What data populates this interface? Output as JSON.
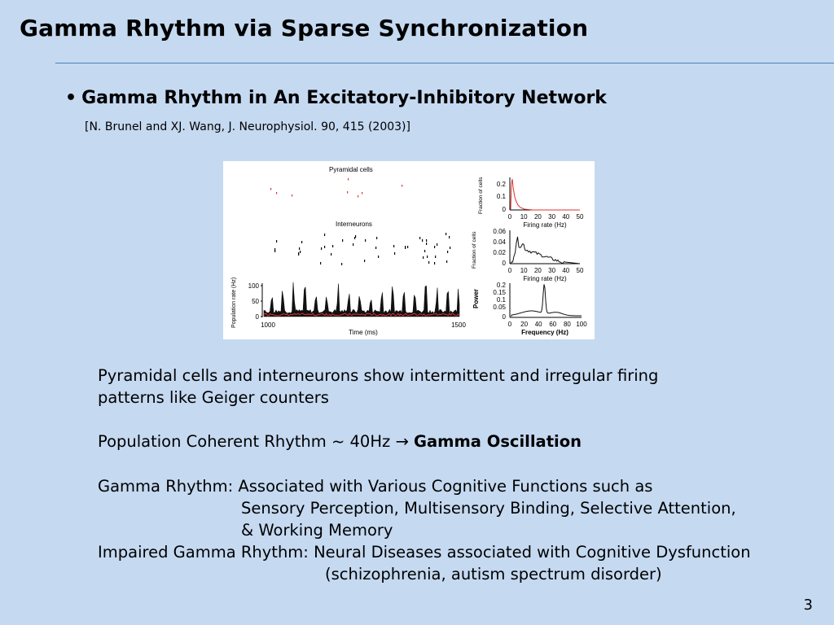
{
  "slide": {
    "title": "Gamma Rhythm via Sparse Synchronization",
    "bullet_symbol": "•",
    "bullet": "Gamma Rhythm in An Excitatory-Inhibitory Network",
    "reference": "[N. Brunel and XJ. Wang, J. Neurophysiol. 90, 415 (2003)]",
    "page_number": "3"
  },
  "figure": {
    "raster_pyramidal_label": "Pyramidal cells",
    "raster_interneuron_label": "Interneurons",
    "pop_ylabel": "Population rate (Hz)",
    "pop_yticks": [
      "100",
      "50",
      "0"
    ],
    "pop_xticks": [
      "1000",
      "1500"
    ],
    "pop_xlabel": "Time (ms)",
    "hist1_ylabel": "Fraction of cells",
    "hist1_yticks": [
      "0.2",
      "0.1",
      "0"
    ],
    "hist1_xticks": [
      "0",
      "10",
      "20",
      "30",
      "40",
      "50"
    ],
    "hist1_xlabel": "Firing rate (Hz)",
    "hist2_ylabel": "Fraction of cells",
    "hist2_yticks": [
      "0.06",
      "0.04",
      "0.02",
      "0"
    ],
    "hist2_xticks": [
      "0",
      "10",
      "20",
      "30",
      "40",
      "50"
    ],
    "hist2_xlabel": "Firing rate (Hz)",
    "power_ylabel": "Power",
    "power_yticks": [
      "0.2",
      "0.15",
      "0.1",
      "0.05",
      "0"
    ],
    "power_xticks": [
      "0",
      "20",
      "40",
      "60",
      "80",
      "100"
    ],
    "power_xlabel": "Frequency (Hz)",
    "colors": {
      "pyramidal": "#e03030",
      "interneuron": "#000000"
    }
  },
  "text": {
    "para1_line1": "Pyramidal cells and interneurons show intermittent and irregular firing",
    "para1_line2": "patterns like Geiger counters",
    "para2_prefix": "Population Coherent Rhythm ~ 40Hz",
    "para2_arrow": "→",
    "para2_bold": "Gamma Oscillation",
    "para3_line1": "Gamma Rhythm: Associated with Various Cognitive Functions such as",
    "para3_line2": "Sensory Perception, Multisensory Binding, Selective Attention,",
    "para3_line3": "& Working Memory",
    "para4_line1": "Impaired Gamma Rhythm: Neural Diseases associated with Cognitive Dysfunction",
    "para4_line2": "(schizophrenia, autism spectrum disorder)"
  }
}
